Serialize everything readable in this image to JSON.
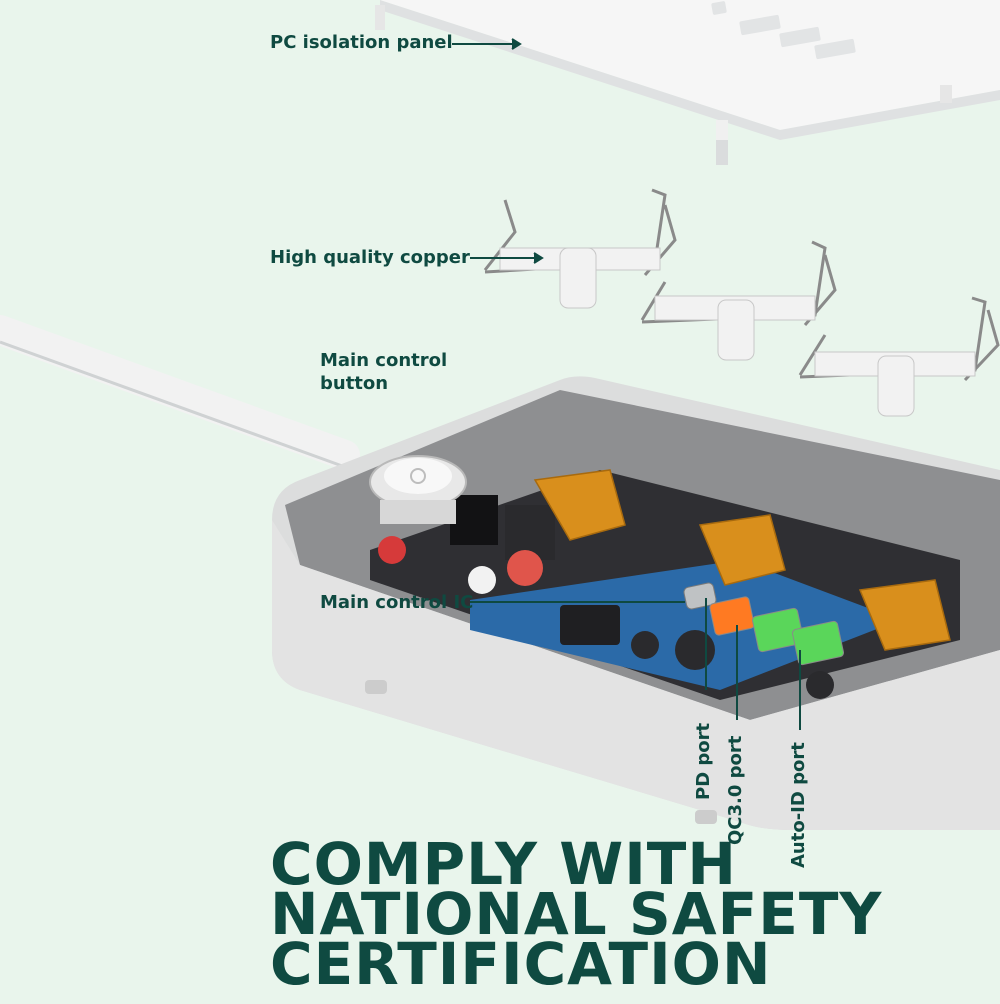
{
  "labels": {
    "pc_panel": "PC isolation panel",
    "copper": "High quality copper",
    "button_line1": "Main control",
    "button_line2": "button",
    "ic": "Main control IC",
    "pd_port": "PD port",
    "qc_port": "QC3.0 port",
    "autoid_port": "Auto-ID port"
  },
  "headline": {
    "line1": "COMPLY WITH",
    "line2": "NATIONAL SAFETY",
    "line3": "CERTIFICATION"
  },
  "colors": {
    "background": "#e9f5ec",
    "text": "#0f4a41",
    "headline": "#0f4a41",
    "shell": "#d9dadb",
    "panel": "#f7f7f7",
    "usb_green": "#5ad65a",
    "usb_orange": "#ff7a22",
    "copper": "#d98f1c"
  }
}
